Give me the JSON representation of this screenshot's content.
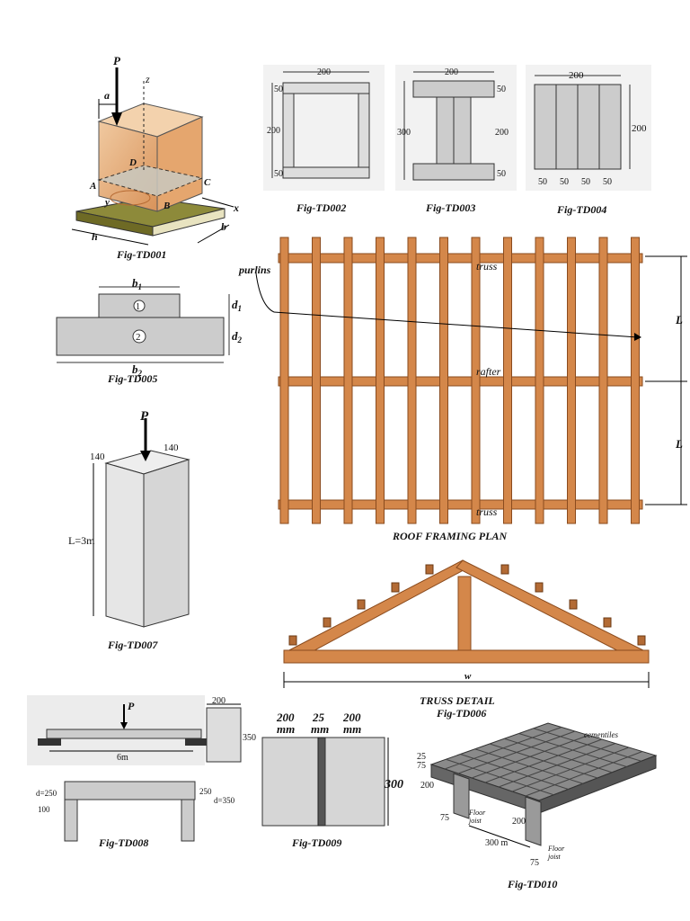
{
  "captions": {
    "td001": "Fig-TD001",
    "td002": "Fig-TD002",
    "td003": "Fig-TD003",
    "td004": "Fig-TD004",
    "td005": "Fig-TD005",
    "td006": "Fig-TD006",
    "td007": "Fig-TD007",
    "td008": "Fig-TD008",
    "td009": "Fig-TD009",
    "td010": "Fig-TD010"
  },
  "td001": {
    "p": "P",
    "a": "a",
    "z": "z",
    "x": "x",
    "y": "y",
    "A": "A",
    "B": "B",
    "C": "C",
    "D": "D",
    "h": "h",
    "b": "b"
  },
  "td002": {
    "top": "200",
    "left_top": "50",
    "left_mid": "200",
    "left_bot": "50"
  },
  "td003": {
    "top": "200",
    "left": "300",
    "right_top": "50",
    "right_mid": "200",
    "right_bot": "50"
  },
  "td004": {
    "top": "200",
    "right": "200",
    "bottom": [
      "50",
      "50",
      "50",
      "50"
    ]
  },
  "td005": {
    "b1": "b",
    "b1_sub": "1",
    "b2": "b",
    "b2_sub": "2",
    "d1": "d",
    "d1_sub": "1",
    "d2": "d",
    "d2_sub": "2",
    "n1": "1",
    "n2": "2"
  },
  "roof": {
    "purlins": "purlins",
    "truss_top": "truss",
    "rafter": "rafter",
    "truss_bottom": "truss",
    "l1": "L",
    "l2": "L",
    "title": "ROOF FRAMING PLAN"
  },
  "truss_detail": {
    "w": "w",
    "title": "TRUSS DETAIL"
  },
  "td007": {
    "p": "P",
    "dim_left": "140",
    "dim_right": "140",
    "length": "L=3m"
  },
  "td008": {
    "p": "P",
    "span": "6m",
    "w": "200",
    "h": "350",
    "d_left": "d=250",
    "d_right_top": "250",
    "d_right": "d=350",
    "left_h": "100"
  },
  "td009": {
    "left": "200",
    "mid": "25",
    "right": "200",
    "unit": "mm",
    "height": "300"
  },
  "td010": {
    "cementiles": "cementiles",
    "d25": "25",
    "d75": "75",
    "d200": "200",
    "d75b": "75",
    "floor_joist_a": [
      "Floor",
      "joist"
    ],
    "d200b": "200",
    "span": "300 m",
    "d75c": "75",
    "floor_joist_b": [
      "Floor",
      "joist"
    ]
  },
  "colors": {
    "wood": "#d4874a",
    "wood_dark": "#8a4b1e",
    "grain": "#555555",
    "paper": "#f2f2f2",
    "base_green": "#7a7a2e"
  }
}
